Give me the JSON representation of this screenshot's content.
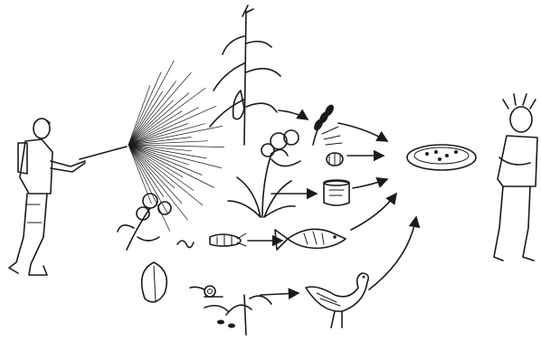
{
  "diagram": {
    "style": "black-and-white line drawing",
    "nodes": [
      {
        "id": "farmer-spraying",
        "icon": "farmer-with-sprayer-icon"
      },
      {
        "id": "spray-cloud",
        "icon": "pesticide-spray-icon"
      },
      {
        "id": "maize",
        "icon": "maize-plant-icon"
      },
      {
        "id": "grain",
        "icon": "grain-head-icon"
      },
      {
        "id": "vegetables",
        "icon": "vegetables-icon"
      },
      {
        "id": "rice",
        "icon": "rice-plant-icon"
      },
      {
        "id": "bag",
        "icon": "grain-bag-icon"
      },
      {
        "id": "fruit",
        "icon": "fruit-branch-icon"
      },
      {
        "id": "worm",
        "icon": "worm-icon"
      },
      {
        "id": "crustacean",
        "icon": "crustacean-icon"
      },
      {
        "id": "fish",
        "icon": "fish-icon"
      },
      {
        "id": "leafy-greens",
        "icon": "leafy-greens-icon"
      },
      {
        "id": "snail",
        "icon": "snail-icon"
      },
      {
        "id": "feed",
        "icon": "feed-grain-icon"
      },
      {
        "id": "chicken",
        "icon": "chicken-icon"
      },
      {
        "id": "food-plate",
        "icon": "food-plate-icon"
      },
      {
        "id": "sick-person",
        "icon": "sick-person-icon"
      }
    ],
    "edges": [
      [
        "maize",
        "grain"
      ],
      [
        "grain",
        "food-plate"
      ],
      [
        "vegetables",
        "food-plate"
      ],
      [
        "rice",
        "bag"
      ],
      [
        "bag",
        "food-plate"
      ],
      [
        "crustacean",
        "fish"
      ],
      [
        "fish",
        "food-plate"
      ],
      [
        "feed",
        "chicken"
      ],
      [
        "chicken",
        "food-plate"
      ]
    ],
    "colors": {
      "ink": "#1a1a1a",
      "background": "#ffffff"
    }
  }
}
